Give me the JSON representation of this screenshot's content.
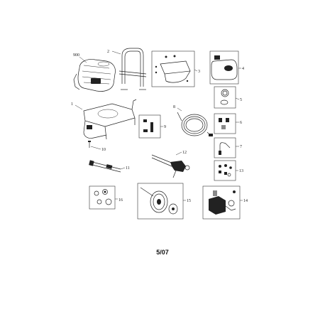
{
  "page": {
    "date_code": "5/07"
  },
  "callouts": {
    "engine": "900",
    "handle": "2",
    "bracket": "3",
    "tank": "4",
    "ring": "5",
    "fittings": "6",
    "connector": "7",
    "hose": "8",
    "hardware": "9",
    "frame": "1",
    "screw": "10",
    "nozzle": "11",
    "gun": "12",
    "kit": "13",
    "pump": "14",
    "wheel": "15",
    "seals": "16"
  }
}
